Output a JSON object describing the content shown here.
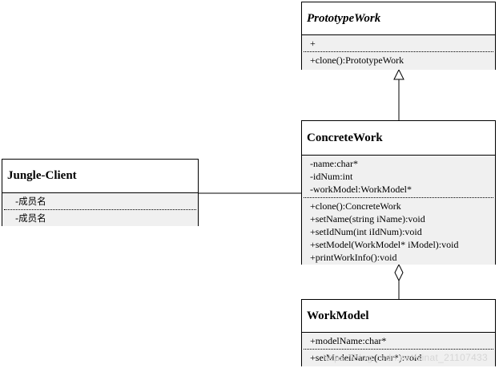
{
  "classes": {
    "prototype_work": {
      "name": "PrototypeWork",
      "attributes": [
        "+"
      ],
      "operations": [
        "+clone():PrototypeWork"
      ]
    },
    "concrete_work": {
      "name": "ConcreteWork",
      "attributes": [
        "-name:char*",
        "-idNum:int",
        "-workModel:WorkModel*"
      ],
      "operations": [
        "+clone():ConcreteWork",
        "+setName(string iName):void",
        "+setIdNum(int iIdNum):void",
        "+setModel(WorkModel* iModel):void",
        "+printWorkInfo():void"
      ]
    },
    "jungle_client": {
      "name": "Jungle-Client",
      "attributes": [
        "-成员名"
      ],
      "operations": [
        "-成员名"
      ]
    },
    "work_model": {
      "name": "WorkModel",
      "attributes": [
        "+modelName:char*"
      ],
      "operations": [
        "+setModelName(char*):void"
      ]
    }
  },
  "watermark": "https://blog.csdn.net/sinat_21107433",
  "colors": {
    "compartment_fill": "#f0f0f0",
    "border": "#000000"
  }
}
